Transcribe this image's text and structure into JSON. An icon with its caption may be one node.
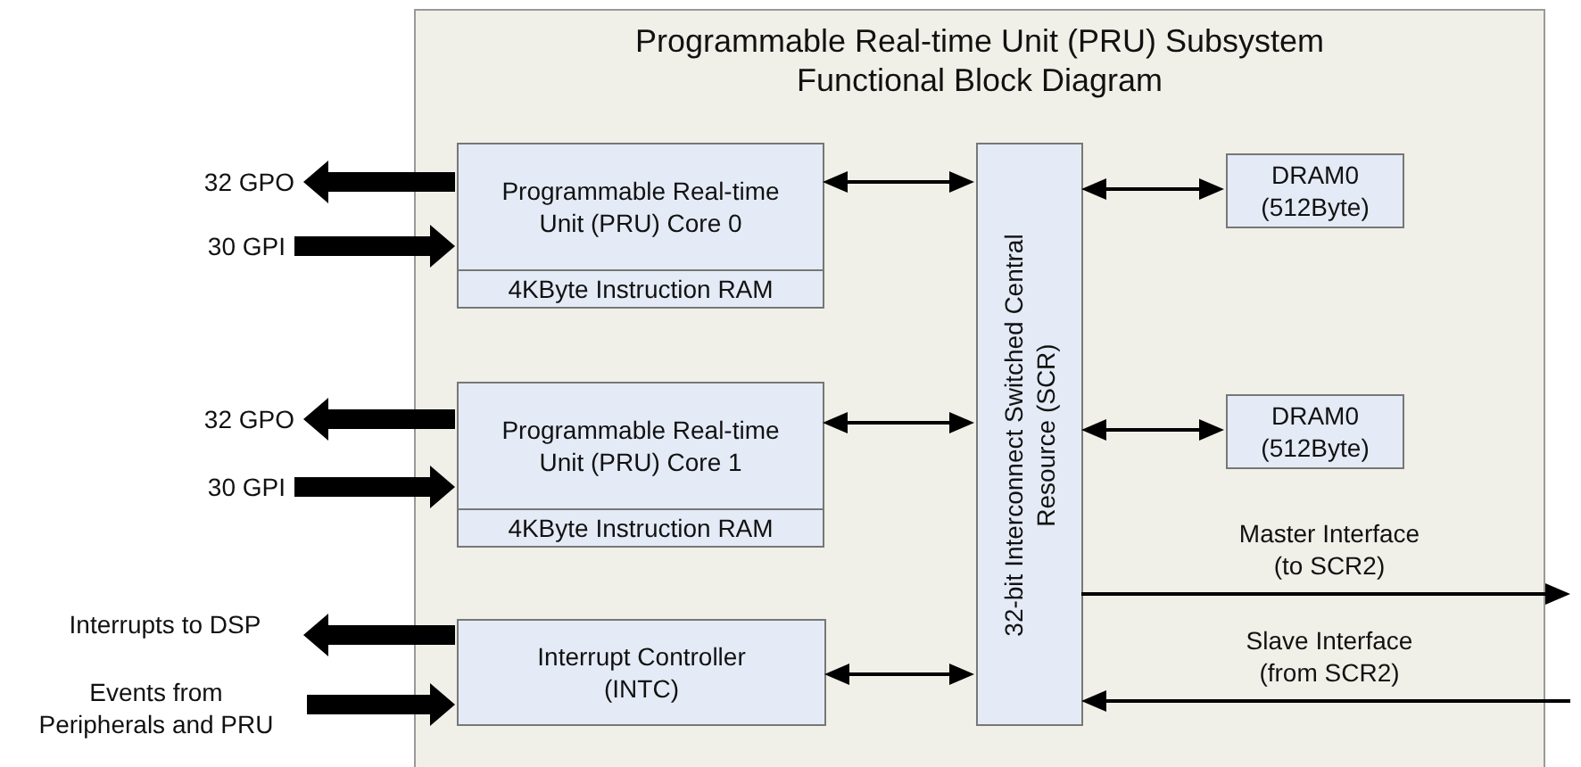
{
  "diagram": {
    "nodes": [
      {
        "text": [
          "Programmable Real-time Unit (PRU) Subsystem Functional Block Diagram"
        ]
      },
      {
        "text": [
          "Programmable Real-time Unit (PRU) Core 0",
          "4KByte Instruction RAM"
        ],
        "in": 0
      },
      {
        "text": [
          "Programmable Real-time Unit (PRU) Core 1",
          "4KByte Instruction RAM"
        ],
        "in": 0
      },
      {
        "text": [
          "Interrupt Controller (INTC)"
        ],
        "in": 0
      },
      {
        "text": [
          "32-bit Interconnect Switched Central Resource (SCR)"
        ],
        "in": 0
      },
      {
        "text": [
          "DRAM0 (512Byte)"
        ],
        "in": 0
      },
      {
        "text": [
          "DRAM0 (512Byte)"
        ],
        "in": 0
      },
      {
        "text": [
          "32 GPO"
        ]
      },
      {
        "text": [
          "30 GPI"
        ]
      },
      {
        "text": [
          "32 GPO"
        ]
      },
      {
        "text": [
          "30 GPI"
        ]
      },
      {
        "text": [
          "Interrupts to DSP"
        ]
      },
      {
        "text": [
          "Events from Peripherals and PRU"
        ]
      }
    ],
    "edges": [
      {
        "from": 1,
        "to": 7,
        "arrow": "to",
        "style": "thick"
      },
      {
        "from": 8,
        "to": 1,
        "arrow": "to",
        "style": "thick"
      },
      {
        "from": 2,
        "to": 9,
        "arrow": "to",
        "style": "thick"
      },
      {
        "from": 10,
        "to": 2,
        "arrow": "to",
        "style": "thick"
      },
      {
        "from": 3,
        "to": 11,
        "arrow": "to",
        "style": "thick"
      },
      {
        "from": 12,
        "to": 3,
        "arrow": "to",
        "style": "thick"
      },
      {
        "from": 1,
        "to": 4,
        "arrow": "both"
      },
      {
        "from": 2,
        "to": 4,
        "arrow": "both"
      },
      {
        "from": 3,
        "to": 4,
        "arrow": "both"
      },
      {
        "from": 4,
        "to": 5,
        "arrow": "both"
      },
      {
        "from": 4,
        "to": 6,
        "arrow": "both"
      },
      {
        "from": 4,
        "to": null,
        "arrow": "to",
        "label": "Master Interface (to SCR2)"
      },
      {
        "from": null,
        "to": 4,
        "arrow": "to",
        "label": "Slave Interface (from SCR2)"
      }
    ]
  }
}
